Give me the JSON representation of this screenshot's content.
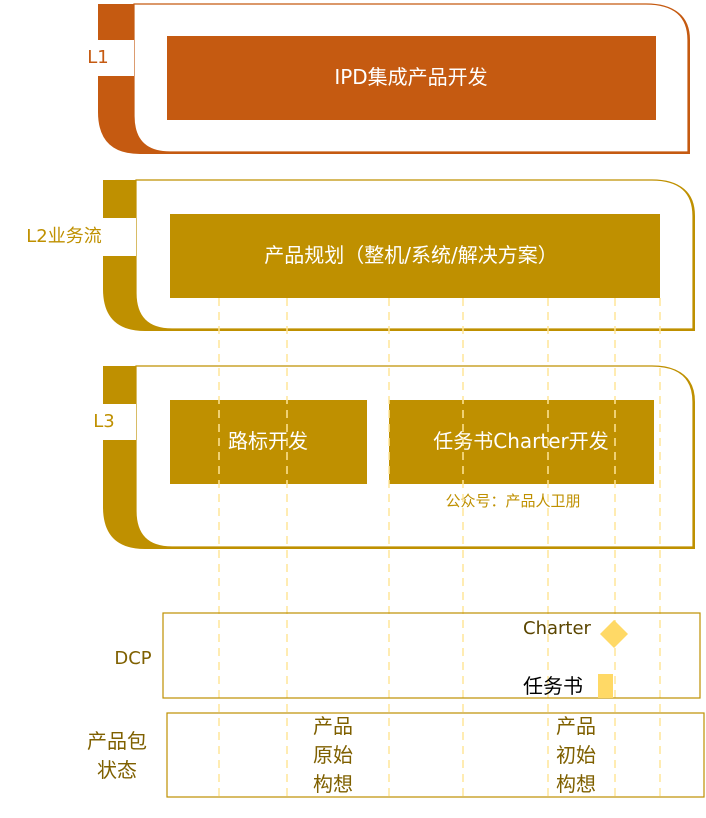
{
  "levels": {
    "l1": {
      "label": "L1",
      "box": "IPD集成产品开发"
    },
    "l2": {
      "label": "L2业务流",
      "box": "产品规划（整机/系统/解决方案）"
    },
    "l3": {
      "label": "L3",
      "box_left": "路标开发",
      "box_right": "任务书Charter开发"
    }
  },
  "watermark": "公众号：产品人卫朋",
  "dcp": {
    "label": "DCP",
    "charter_label": "Charter",
    "task_label": "任务书"
  },
  "package_status": {
    "label_line1": "产品包",
    "label_line2": "状态",
    "state_left": [
      "产品",
      "原始",
      "构想"
    ],
    "state_right": [
      "产品",
      "初始",
      "构想"
    ]
  },
  "colors": {
    "l1": "#c55a11",
    "gold": "#bf9000",
    "gold_light": "#ffd966",
    "watermark": "#bf9000",
    "dashed": "#ffe699"
  }
}
